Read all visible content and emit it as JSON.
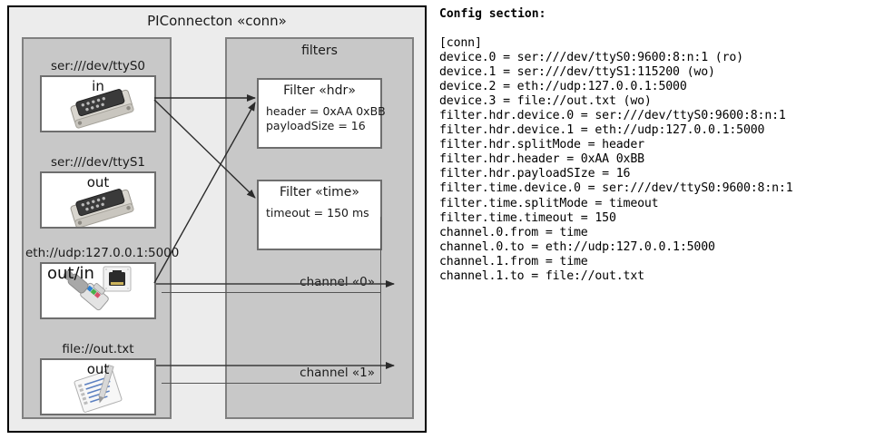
{
  "diagram": {
    "title": "PIConnecton «conn»",
    "devices_panel": {
      "title": ""
    },
    "filters_panel": {
      "title": "filters"
    },
    "devices": [
      {
        "label": "ser:///dev/ttyS0",
        "direction": "in",
        "icon": "serial-port-icon"
      },
      {
        "label": "ser:///dev/ttyS1",
        "direction": "out",
        "icon": "serial-port-icon"
      },
      {
        "label": "eth://udp:127.0.0.1:5000",
        "direction": "out/in",
        "icon": "ethernet-plug-icon"
      },
      {
        "label": "file://out.txt",
        "direction": "out",
        "icon": "text-file-icon"
      }
    ],
    "filters": [
      {
        "title": "Filter «hdr»",
        "lines": "header = 0xAA 0xBB\npayloadSize = 16"
      },
      {
        "title": "Filter «time»",
        "lines": "timeout = 150 ms"
      }
    ],
    "channels": [
      {
        "label": "channel «0»"
      },
      {
        "label": "channel «1»"
      }
    ]
  },
  "config": {
    "heading": "Config section:",
    "text": "[conn]\ndevice.0 = ser:///dev/ttyS0:9600:8:n:1 (ro)\ndevice.1 = ser:///dev/ttyS1:115200 (wo)\ndevice.2 = eth://udp:127.0.0.1:5000\ndevice.3 = file://out.txt (wo)\nfilter.hdr.device.0 = ser:///dev/ttyS0:9600:8:n:1\nfilter.hdr.device.1 = eth://udp:127.0.0.1:5000\nfilter.hdr.splitMode = header\nfilter.hdr.header = 0xAA 0xBB\nfilter.hdr.payloadSIze = 16\nfilter.time.device.0 = ser:///dev/ttyS0:9600:8:n:1\nfilter.time.splitMode = timeout\nfilter.time.timeout = 150\nchannel.0.from = time\nchannel.0.to = eth://udp:127.0.0.1:5000\nchannel.1.from = time\nchannel.1.to = file://out.txt"
  },
  "colors": {
    "outer_background": "#ececec",
    "panel_background": "#c8c8c8",
    "card_background": "#ffffff",
    "border": "#6e6e6e",
    "line": "#333333"
  }
}
